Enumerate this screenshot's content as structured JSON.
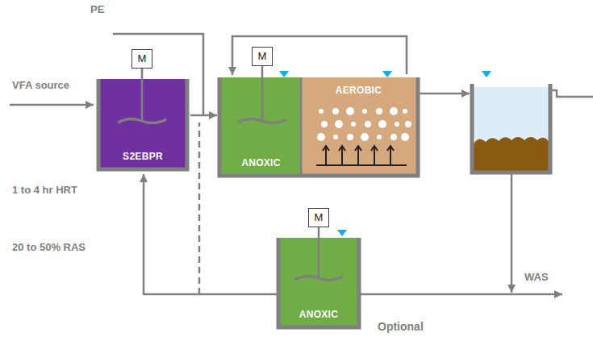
{
  "diagram": {
    "nodes": [
      {
        "text": [
          "M"
        ]
      },
      {
        "text": [
          "S2EBPR"
        ]
      },
      {
        "text": [
          "M"
        ]
      },
      {
        "text": [
          "ANOXIC"
        ]
      },
      {
        "text": [
          "AEROBIC"
        ]
      },
      {
        "text": [
          "M"
        ]
      },
      {
        "text": [
          "ANOXIC"
        ]
      }
    ],
    "edges": [
      {
        "from": 1,
        "to": 3,
        "arrow": "to"
      },
      {
        "from": 4,
        "to": 3,
        "arrow": "to"
      },
      {
        "from": 0,
        "to": 1,
        "arrow": "none"
      },
      {
        "from": 2,
        "to": 3,
        "arrow": "none"
      },
      {
        "from": 5,
        "to": 6,
        "arrow": "none"
      }
    ],
    "labels": [
      "PE",
      "VFA source",
      "1 to 4 hr HRT",
      "20 to 50% RAS",
      "WAS",
      "Optional"
    ]
  }
}
